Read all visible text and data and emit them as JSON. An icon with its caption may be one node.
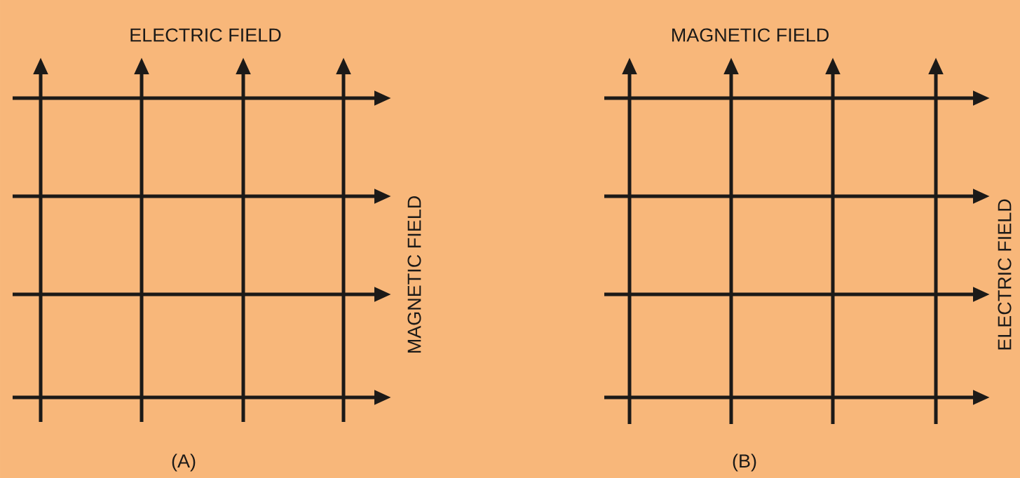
{
  "diagram": {
    "labels": [
      "ELECTRIC FIELD",
      "MAGNETIC FIELD",
      "(A)",
      "MAGNETIC FIELD",
      "ELECTRIC FIELD",
      "(B)"
    ]
  }
}
